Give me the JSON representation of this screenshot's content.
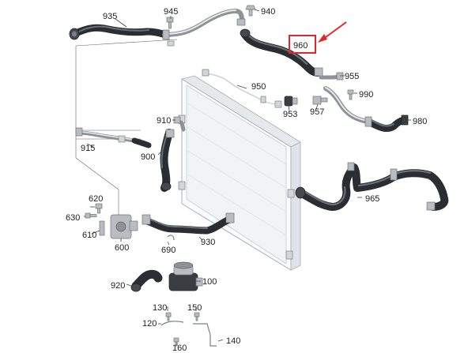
{
  "diagram": {
    "callouts": {
      "c935": "935",
      "c945": "945",
      "c940": "940",
      "c960": "960",
      "c950": "950",
      "c955": "955",
      "c990": "990",
      "c953": "953",
      "c957": "957",
      "c980": "980",
      "c910": "910",
      "c915": "915",
      "c900": "900",
      "c965": "965",
      "c620": "620",
      "c630": "630",
      "c610": "610",
      "c600": "600",
      "c690": "690",
      "c930": "930",
      "c920": "920",
      "c100": "100",
      "c130": "130",
      "c150": "150",
      "c120": "120",
      "c140": "140",
      "c160": "160"
    },
    "highlighted_part": "960",
    "colors": {
      "highlight_box": "#e32626",
      "arrow": "#e32626",
      "hose": "#2a2d31",
      "radiator": "#ffffff"
    }
  }
}
